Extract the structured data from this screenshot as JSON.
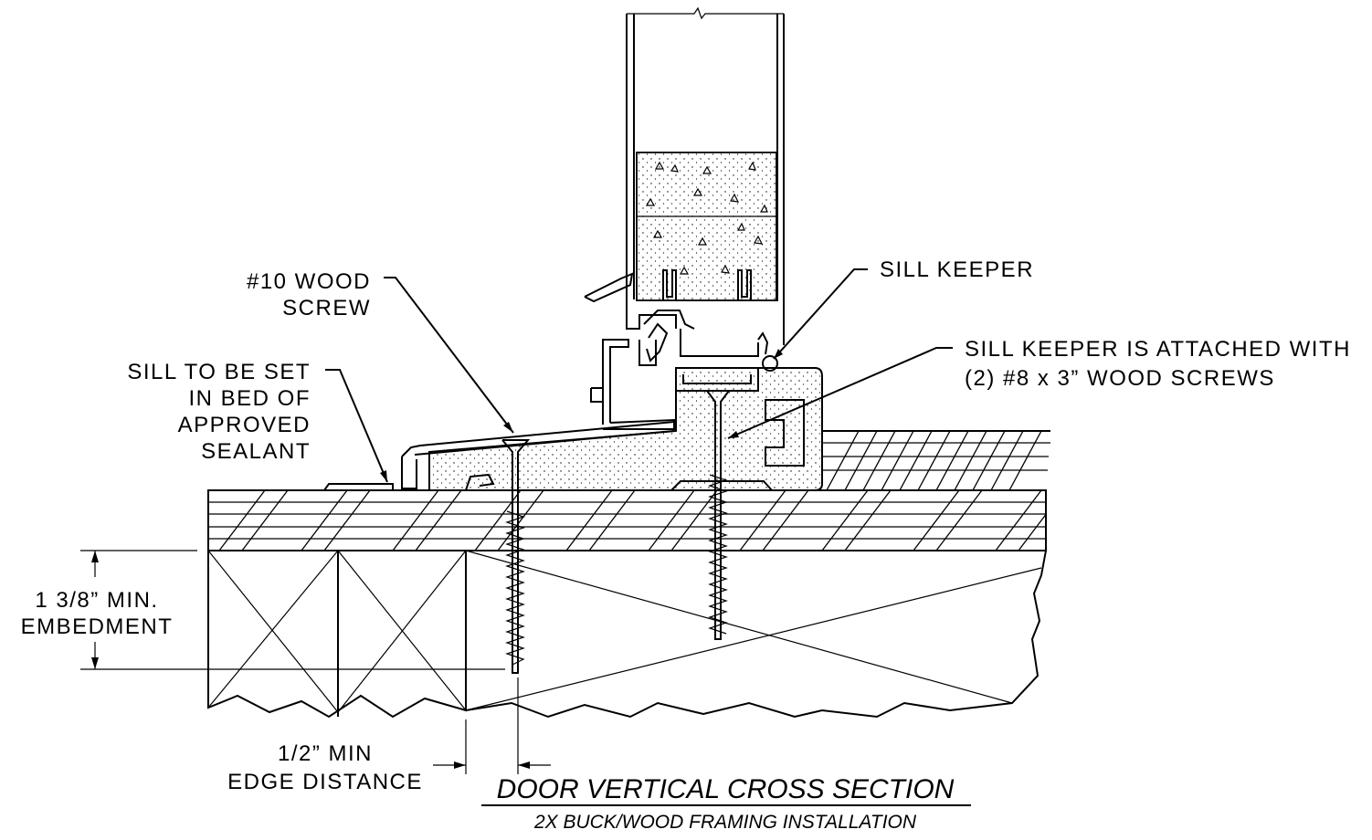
{
  "labels": {
    "wood_screw": [
      "#10 WOOD",
      "SCREW"
    ],
    "sill_bed": [
      "SILL TO BE SET",
      "IN BED OF",
      "APPROVED",
      "SEALANT"
    ],
    "sill_keeper": "SILL KEEPER",
    "sill_keeper_attached": [
      "SILL KEEPER IS ATTACHED WITH",
      "(2) #8 x 3” WOOD SCREWS"
    ],
    "embedment": [
      "1 3/8” MIN.",
      "EMBEDMENT"
    ],
    "edge_distance": [
      "1/2” MIN",
      "EDGE DISTANCE"
    ]
  },
  "title": "DOOR VERTICAL CROSS SECTION",
  "subtitle": "2X BUCK/WOOD FRAMING INSTALLATION"
}
